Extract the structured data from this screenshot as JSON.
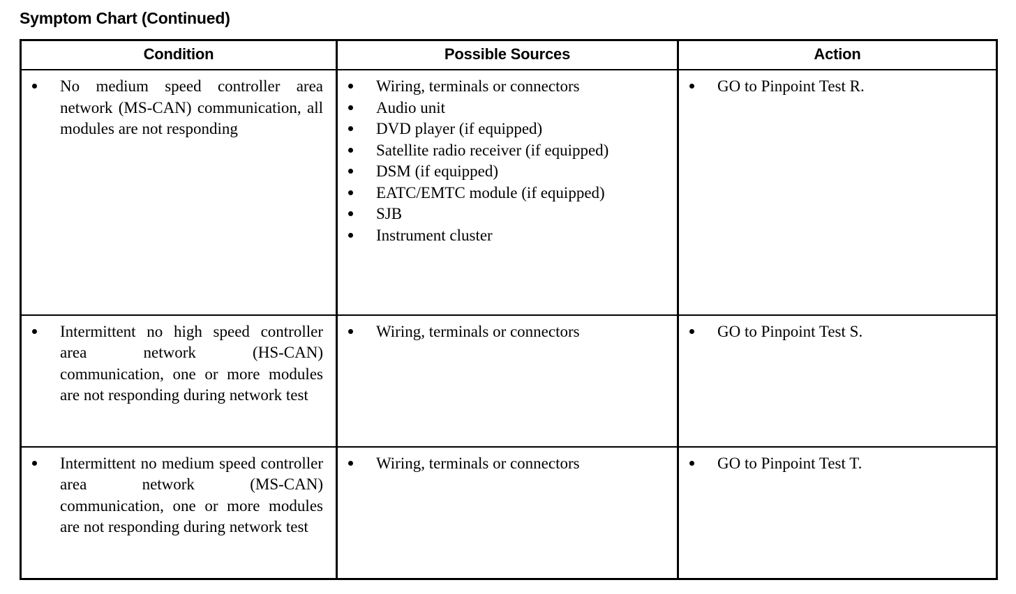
{
  "document": {
    "title": "Symptom Chart (Continued)"
  },
  "table": {
    "headers": [
      "Condition",
      "Possible Sources",
      "Action"
    ],
    "rows": [
      {
        "condition": [
          "No medium speed controller area network (MS-CAN) communication, all modules are not responding"
        ],
        "possible_sources": [
          "Wiring, terminals or connectors",
          "Audio unit",
          "DVD player (if equipped)",
          "Satellite radio receiver (if equipped)",
          "DSM (if equipped)",
          "EATC/EMTC module (if equipped)",
          "SJB",
          "Instrument cluster"
        ],
        "action": [
          "GO to Pinpoint Test R."
        ]
      },
      {
        "condition": [
          "Intermittent no high speed controller area network (HS-CAN) communication, one or more modules are not responding during network test"
        ],
        "possible_sources": [
          "Wiring, terminals or connectors"
        ],
        "action": [
          "GO to Pinpoint Test S."
        ]
      },
      {
        "condition": [
          "Intermittent no medium speed controller area network (MS-CAN) communication, one or more modules are not responding during network test"
        ],
        "possible_sources": [
          "Wiring, terminals or connectors"
        ],
        "action": [
          "GO to Pinpoint Test T."
        ]
      }
    ]
  },
  "colors": {
    "text": "#000000",
    "background": "#ffffff",
    "border": "#000000"
  }
}
